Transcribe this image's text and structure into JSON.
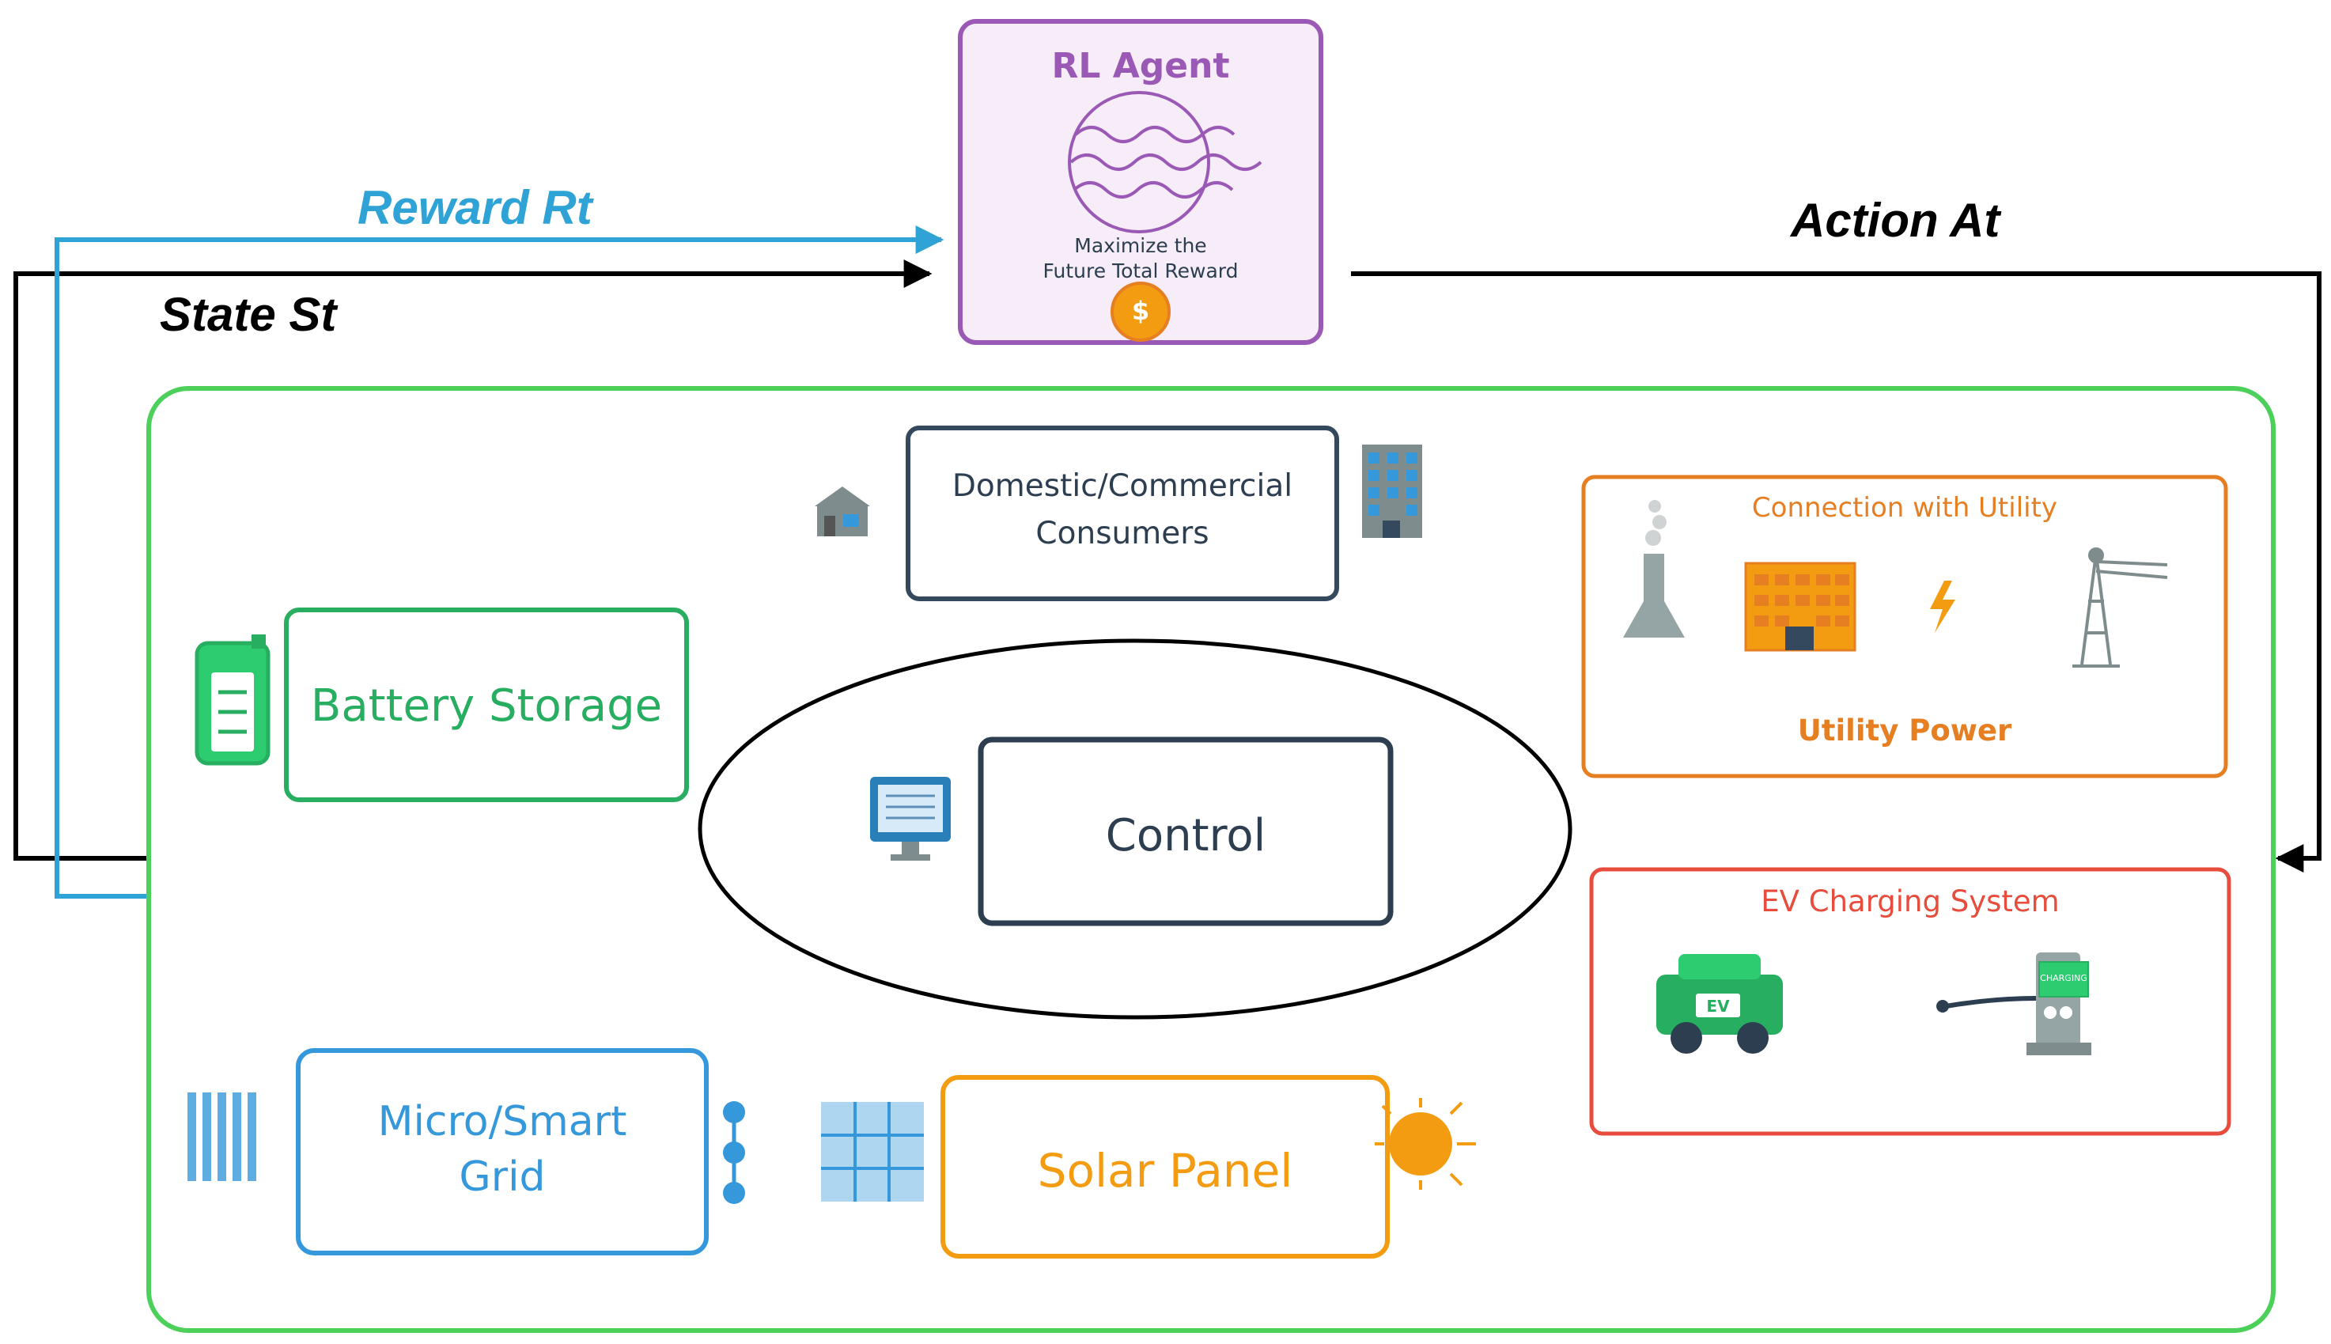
{
  "agent": {
    "title": "RL Agent",
    "caption_line1": "Maximize the",
    "caption_line2": "Future Total Reward",
    "coin_symbol": "$"
  },
  "flows": {
    "reward": "Reward Rt",
    "state": "State St",
    "action": "Action At"
  },
  "components": {
    "consumers_line1": "Domestic/Commercial",
    "consumers_line2": "Consumers",
    "battery": "Battery Storage",
    "control": "Control",
    "grid_line1": "Micro/Smart",
    "grid_line2": "Grid",
    "solar": "Solar Panel",
    "utility_title": "Connection with Utility",
    "utility_power": "Utility Power",
    "ev_title": "EV Charging System",
    "ev_badge": "EV",
    "charging_label": "CHARGING"
  },
  "colors": {
    "agent": "#9b59b6",
    "reward": "#2fa3d6",
    "state_action": "#000000",
    "environment": "#4cd05a",
    "consumers": "#34495e",
    "battery": "#27ae60",
    "grid": "#3498db",
    "solar": "#f39c12",
    "utility": "#e67e22",
    "ev": "#e74c3c"
  }
}
